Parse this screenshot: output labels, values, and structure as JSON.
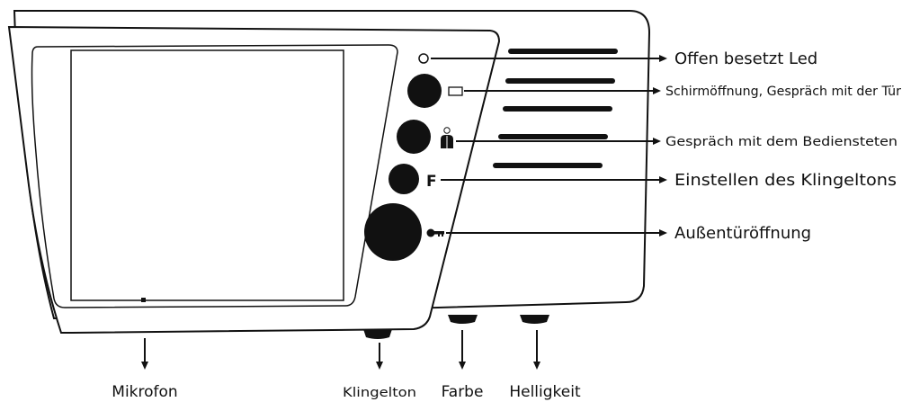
{
  "callouts": {
    "led": "Offen besetzt Led",
    "screen_button": "Schirmöffnung, Gespräch mit der Tür",
    "attendant_button": "Gespräch mit dem Bediensteten",
    "function_button": "Einstellen des Klingeltons",
    "key_button": "Außentüröffnung"
  },
  "bottom_labels": {
    "microphone": "Mikrofon",
    "ringtone": "Klingelton",
    "color": "Farbe",
    "brightness": "Helligkeit"
  },
  "icons": {
    "function_letter": "F",
    "led": "led-icon",
    "screen": "screen-icon",
    "attendant": "attendant-icon",
    "key": "key-icon"
  },
  "colors": {
    "line": "#111111",
    "background": "#ffffff"
  }
}
